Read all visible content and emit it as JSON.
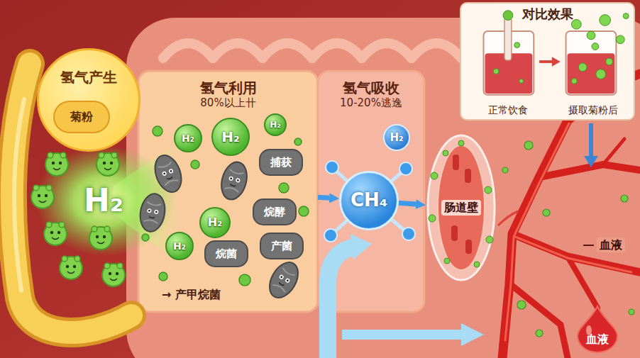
{
  "diagram": {
    "nodes": [
      {
        "text": [
          "氢气产生"
        ]
      },
      {
        "text": [
          "菊粉"
        ],
        "in": 0
      },
      {
        "text": [
          "H₂"
        ]
      },
      {
        "text": [
          "氢气利用",
          "80%以上卄"
        ]
      },
      {
        "text": [
          "H₂"
        ],
        "in": 3
      },
      {
        "text": [
          "H₂"
        ],
        "in": 3
      },
      {
        "text": [
          "H₂"
        ],
        "in": 3
      },
      {
        "text": [
          "捕获"
        ],
        "in": 3
      },
      {
        "text": [
          "烷酵"
        ],
        "in": 3
      },
      {
        "text": [
          "H₂"
        ],
        "in": 3
      },
      {
        "text": [
          "产菌"
        ],
        "in": 3
      },
      {
        "text": [
          "H₂"
        ],
        "in": 3
      },
      {
        "text": [
          "烷菌"
        ],
        "in": 3
      },
      {
        "text": [
          "氢气吸收",
          "10-20%逃逸"
        ]
      },
      {
        "text": [
          "H₂"
        ],
        "in": 13
      },
      {
        "text": [
          "CH₄"
        ],
        "in": 13
      },
      {
        "text": [
          "肠道壁"
        ]
      },
      {
        "text": [
          "对比效果",
          "正常饮食",
          "摄取菊粉后"
        ]
      },
      {
        "text": [
          "血液"
        ]
      }
    ],
    "edges": [
      {
        "from": 3,
        "to": 15,
        "arrow": "to"
      },
      {
        "from": 15,
        "to": 16,
        "arrow": "to"
      }
    ],
    "labels": [
      "→ 产甲烷菌",
      "血液"
    ]
  }
}
